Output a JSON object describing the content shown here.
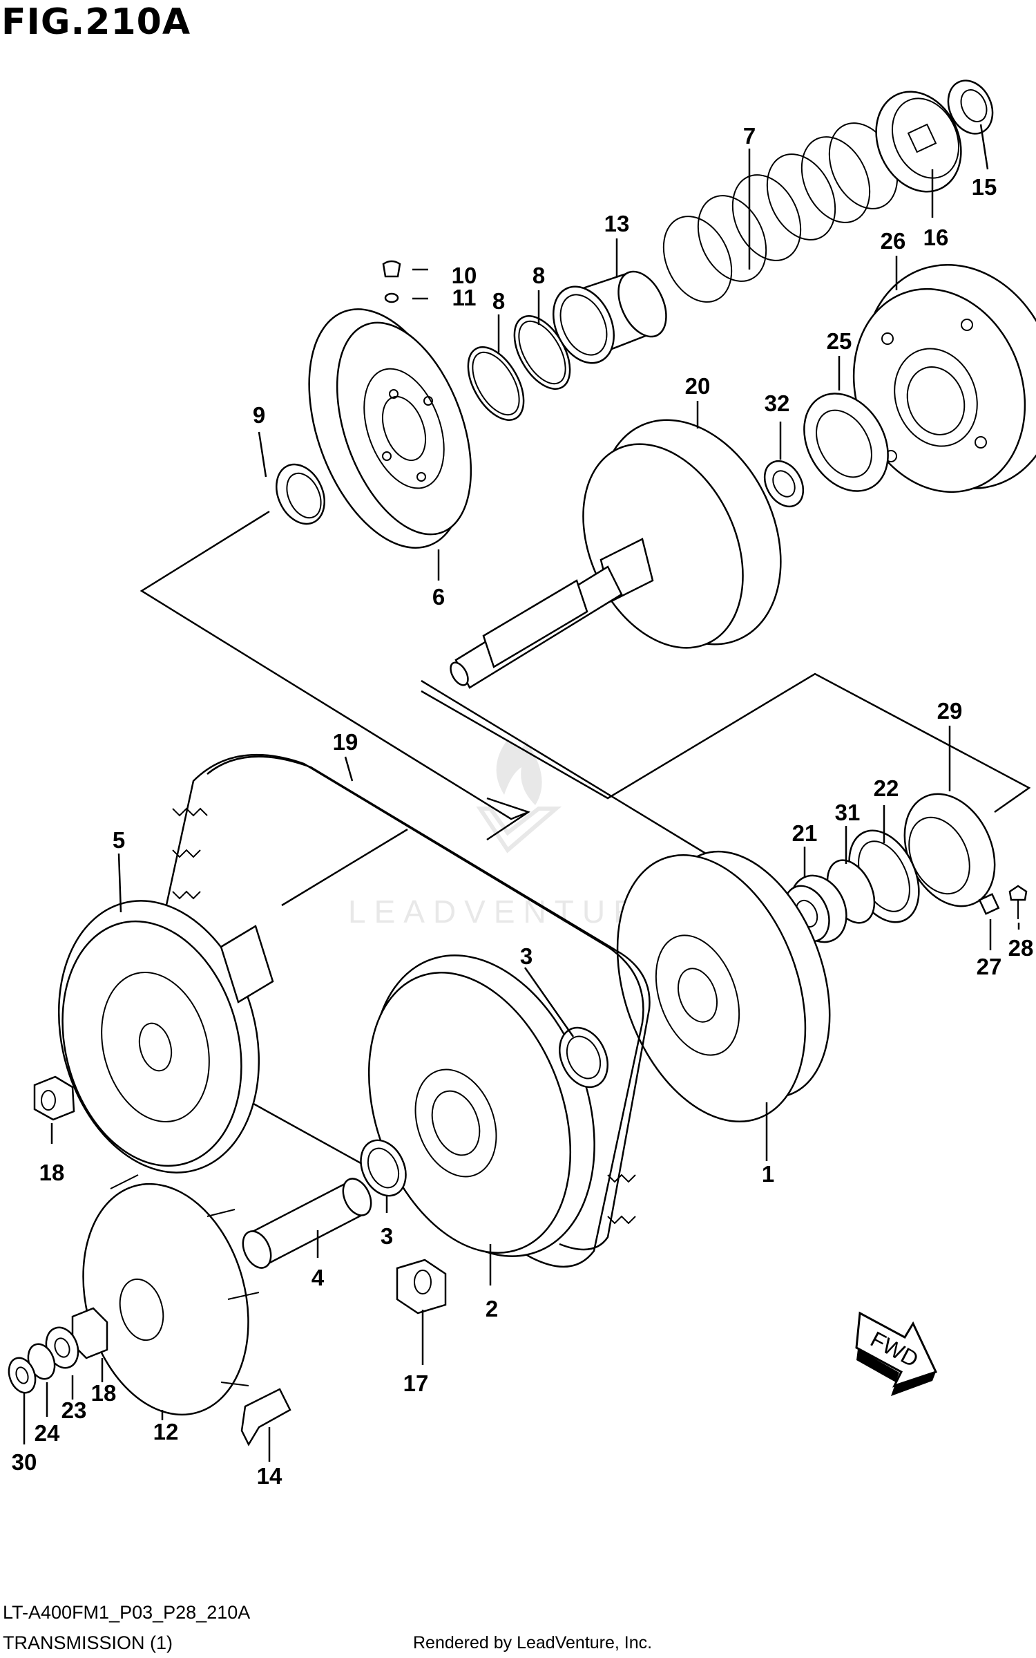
{
  "figure": {
    "title": "FIG.210A"
  },
  "watermark": {
    "text": "LEADVENTURE"
  },
  "fwd_label": "FWD",
  "callouts": {
    "c1": "1",
    "c2": "2",
    "c3a": "3",
    "c3b": "3",
    "c4": "4",
    "c5": "5",
    "c6": "6",
    "c7": "7",
    "c8a": "8",
    "c8b": "8",
    "c9": "9",
    "c10": "10",
    "c11": "11",
    "c12": "12",
    "c13": "13",
    "c14": "14",
    "c15": "15",
    "c16": "16",
    "c17": "17",
    "c18a": "18",
    "c18b": "18",
    "c19": "19",
    "c20": "20",
    "c21": "21",
    "c22": "22",
    "c23": "23",
    "c24": "24",
    "c25": "25",
    "c26": "26",
    "c27": "27",
    "c28": "28",
    "c29": "29",
    "c30": "30",
    "c31": "31",
    "c32": "32"
  },
  "footer": {
    "model_code": "LT-A400FM1_P03_P28_210A",
    "section_name": "TRANSMISSION (1)",
    "rendered_by": "Rendered by LeadVenture, Inc."
  }
}
